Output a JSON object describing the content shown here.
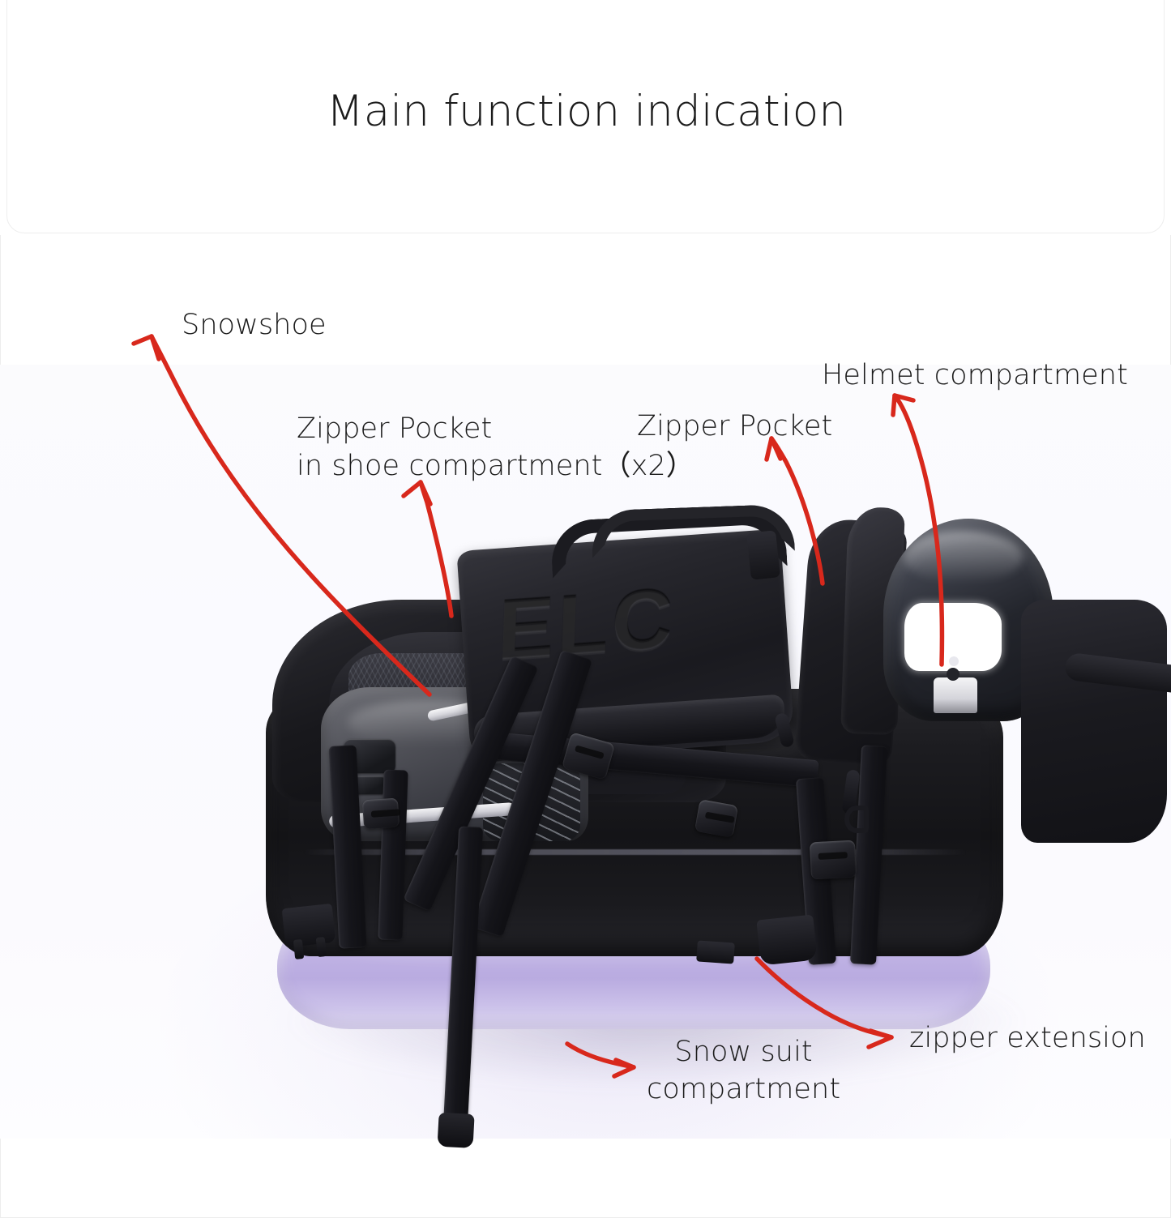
{
  "header": {
    "title": "Main function indication"
  },
  "product": {
    "type": "snowboard-ski-gear-duffel-bag",
    "body_color": "#16161a",
    "suit_compartment_color": "#c2b5e6",
    "accent_color": "#d8281c"
  },
  "annotations": {
    "arrow_color": "#d8281c",
    "items": [
      {
        "id": "snowshoe",
        "label": "Snowshoe",
        "points_to": "shoe-compartment-interior"
      },
      {
        "id": "zipper-pocket-shoe",
        "label": "Zipper Pocket\nin shoe compartment（x2）",
        "points_to": "mesh-pocket-in-shoe-compartment"
      },
      {
        "id": "zipper-pocket",
        "label": "Zipper Pocket",
        "points_to": "side-zipper-pocket"
      },
      {
        "id": "helmet-compartment",
        "label": "Helmet compartment",
        "points_to": "helmet-in-top-compartment"
      },
      {
        "id": "snow-suit-compartment",
        "label": "Snow suit\ncompartment",
        "points_to": "lavender-bottom-compartment"
      },
      {
        "id": "zipper-extension",
        "label": "zipper extension",
        "points_to": "bottom-zipper-gusset"
      }
    ]
  },
  "sleeve": {
    "emboss_text": "ELC"
  }
}
